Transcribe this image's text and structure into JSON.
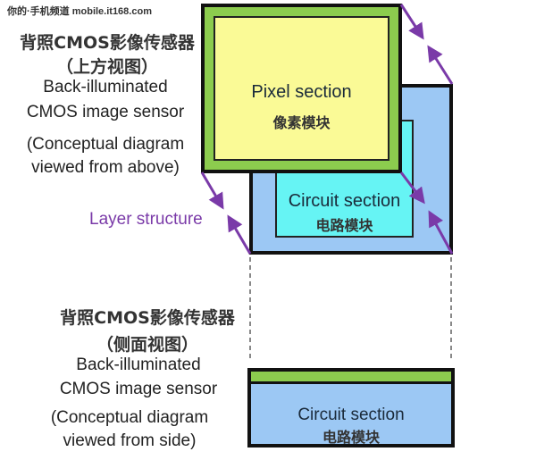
{
  "watermark": "你的·手机频道 mobile.it168.com",
  "top": {
    "title_cn": "背照CMOS影像传感器",
    "subtitle_cn": "（上方视图）",
    "title_en_1": "Back-illuminated",
    "title_en_2": "CMOS image sensor",
    "note_1": "(Conceptual diagram",
    "note_2": "viewed from above)",
    "layer_label": "Layer structure",
    "pixel_en": "Pixel section",
    "pixel_cn": "像素模块",
    "circuit_en": "Circuit section",
    "circuit_cn": "电路模块"
  },
  "bottom": {
    "title_cn": "背照CMOS影像传感器",
    "subtitle_cn": "（侧面视图）",
    "title_en_1": "Back-illuminated",
    "title_en_2": "CMOS image sensor",
    "note_1": "(Conceptual diagram",
    "note_2": "viewed from side)",
    "circuit_en": "Circuit section",
    "circuit_cn": "电路模块"
  },
  "colors": {
    "green": "#8ccc4e",
    "yellow": "#fafa96",
    "blue": "#9cc8f4",
    "cyan": "#66f4f4",
    "purple": "#7a3aa8"
  }
}
